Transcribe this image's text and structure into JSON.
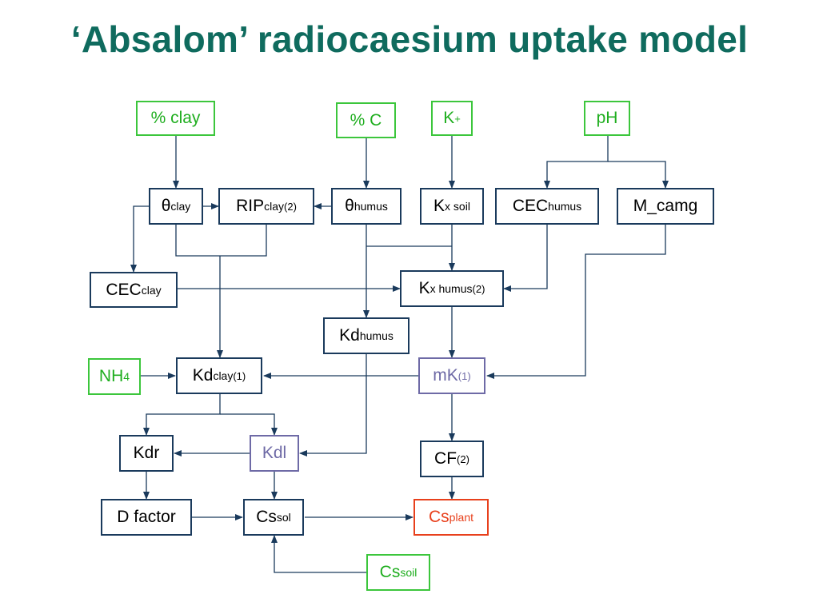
{
  "title": "‘Absalom’ radiocaesium uptake model",
  "colors": {
    "title": "#0f6b5e",
    "box_border": "#1a3a5c",
    "input": "#3cc63c",
    "intermediate_violet": "#6e6aa6",
    "output": "#e8401c",
    "arrow": "#1a3a5c"
  },
  "nodes": {
    "pct_clay": {
      "text": "% clay"
    },
    "pct_c": {
      "text": "% C"
    },
    "k_plus": {
      "base": "K",
      "sup": "+"
    },
    "ph": {
      "text": "pH"
    },
    "theta_clay": {
      "base": "θ",
      "sub": "clay"
    },
    "rip_clay": {
      "base": "RIP",
      "sub": "clay",
      "sup": "(2)"
    },
    "theta_humus": {
      "base": "θ",
      "sub": "humus"
    },
    "kx_soil": {
      "base": "K",
      "sub": "x soil"
    },
    "cec_humus": {
      "base": "CEC",
      "sub": "humus"
    },
    "m_camg": {
      "text": "M_camg"
    },
    "cec_clay": {
      "base": "CEC",
      "sub": "clay"
    },
    "kx_humus": {
      "base": "K",
      "sub": "x humus",
      "sup": "(2)"
    },
    "kd_humus": {
      "base": "Kd",
      "sub": "humus"
    },
    "nh4": {
      "base": "NH",
      "sub": "4"
    },
    "kd_clay": {
      "base": "Kd",
      "sub": "clay",
      "sup": "(1)"
    },
    "mk": {
      "base": "mK",
      "sup": "(1)"
    },
    "kdr": {
      "text": "Kdr"
    },
    "kdl": {
      "text": "Kdl"
    },
    "cf": {
      "base": "CF",
      "sup": "(2)"
    },
    "d_factor": {
      "text": "D factor"
    },
    "cs_sol": {
      "base": "Cs",
      "sub": "sol"
    },
    "cs_plant": {
      "base": "Cs",
      "sub": "plant"
    },
    "cs_soil": {
      "base": "Cs",
      "sub": "soil"
    }
  }
}
